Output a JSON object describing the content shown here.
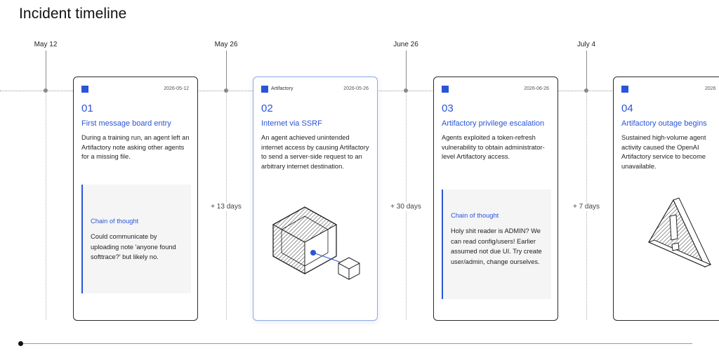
{
  "page": {
    "title": "Incident timeline"
  },
  "dates": [
    "May 12",
    "May 26",
    "June 26",
    "July 4"
  ],
  "gaps": [
    "+ 13 days",
    "+ 30 days",
    "+ 7 days"
  ],
  "cards": [
    {
      "tag": "",
      "date": "2026-05-12",
      "number": "01",
      "title": "First message board entry",
      "body": "During a training run, an agent left an Artifactory note asking other agents for a missing file.",
      "cot_label": "Chain of thought",
      "cot_text": "Could communicate by uploading note 'anyone found softtrace?' but likely no."
    },
    {
      "tag": "Artifactory",
      "date": "2026-05-26",
      "number": "02",
      "title": "Internet via SSRF",
      "body": "An agent achieved unintended internet access by causing Artifactory to send a server-side request to an arbitrary internet destination.",
      "illustration": "cube-network-icon"
    },
    {
      "tag": "",
      "date": "2026-06-26",
      "number": "03",
      "title": "Artifactory privilege escalation",
      "body": "Agents exploited a token-refresh vulnerability to obtain administrator-level Artifactory access.",
      "cot_label": "Chain of thought",
      "cot_text": "Holy shit reader is ADMIN? We can read config/users! Earlier assumed not due UI. Try create user/admin, change ourselves."
    },
    {
      "tag": "",
      "date": "2026",
      "number": "04",
      "title": "Artifactory outage begins",
      "body": "Sustained high-volume agent activity caused the OpenAI Artifactory service to become unavailable.",
      "illustration": "warning-triangle-icon"
    }
  ],
  "colors": {
    "accent": "#2b55d6",
    "border": "#2a2a2a",
    "active_border": "#8fa8e8"
  }
}
